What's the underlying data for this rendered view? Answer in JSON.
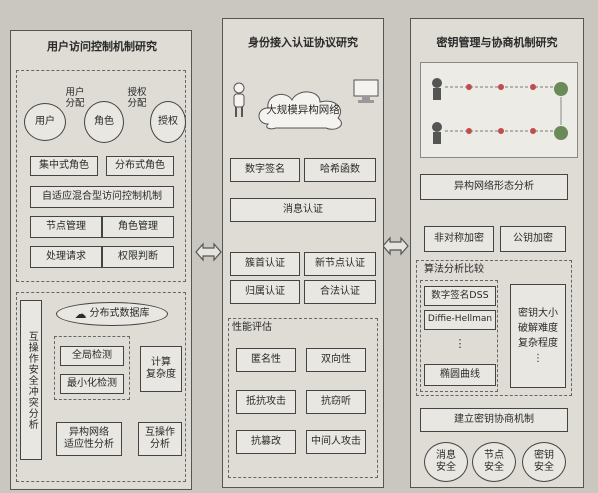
{
  "left_panel": {
    "title": "用户访问控制机制研究",
    "nodes": {
      "user": "用户",
      "role": "角色",
      "permission": "授权"
    },
    "edge_labels": {
      "user_assign": "用户\n分配",
      "perm_assign": "授权\n分配"
    },
    "centralized_role": "集中式角色",
    "distributed_role": "分布式角色",
    "adaptive_mechanism": "自适应混合型访问控制机制",
    "grid": [
      "节点管理",
      "角色管理",
      "处理请求",
      "权限判断"
    ],
    "side_label": "互操作安全冲突分析",
    "distributed_db": "分布式数据库",
    "global_detect": "全局检测",
    "min_detect": "最小化检测",
    "compute_complexity": "计算\n复杂度",
    "heterogeneous_adapt": "异构网络\n适应性分析",
    "interop_analysis": "互操作\n分析"
  },
  "middle_panel": {
    "title": "身份接入认证协议研究",
    "network_label": "大规模异构网络",
    "digital_signature": "数字签名",
    "hash_function": "哈希函数",
    "message_auth": "消息认证",
    "auth_grid": [
      "簇首认证",
      "新节点认证",
      "归属认证",
      "合法认证"
    ],
    "perf_title": "性能评估",
    "perf_grid": [
      "匿名性",
      "双向性",
      "抵抗攻击",
      "抗窃听",
      "抗篡改",
      "中间人攻击"
    ]
  },
  "right_panel": {
    "title": "密钥管理与协商机制研究",
    "net_form_analysis": "异构网络形态分析",
    "asymmetric": "非对称加密",
    "public_key": "公钥加密",
    "algo_title": "算法分析比较",
    "algo_items": [
      "数字签名DSS",
      "Diffie-Hellman",
      "⋮",
      "椭圆曲线"
    ],
    "key_size_box": "密钥大小\n破解难度\n复杂程度\n⋮",
    "key_agreement": "建立密钥协商机制",
    "security": [
      "消息\n安全",
      "节点\n安全",
      "密钥\n安全"
    ]
  },
  "colors": {
    "background": "#c9c7c0",
    "panel": "#dedcd5",
    "box": "#e9e7e1",
    "line": "#444444"
  }
}
